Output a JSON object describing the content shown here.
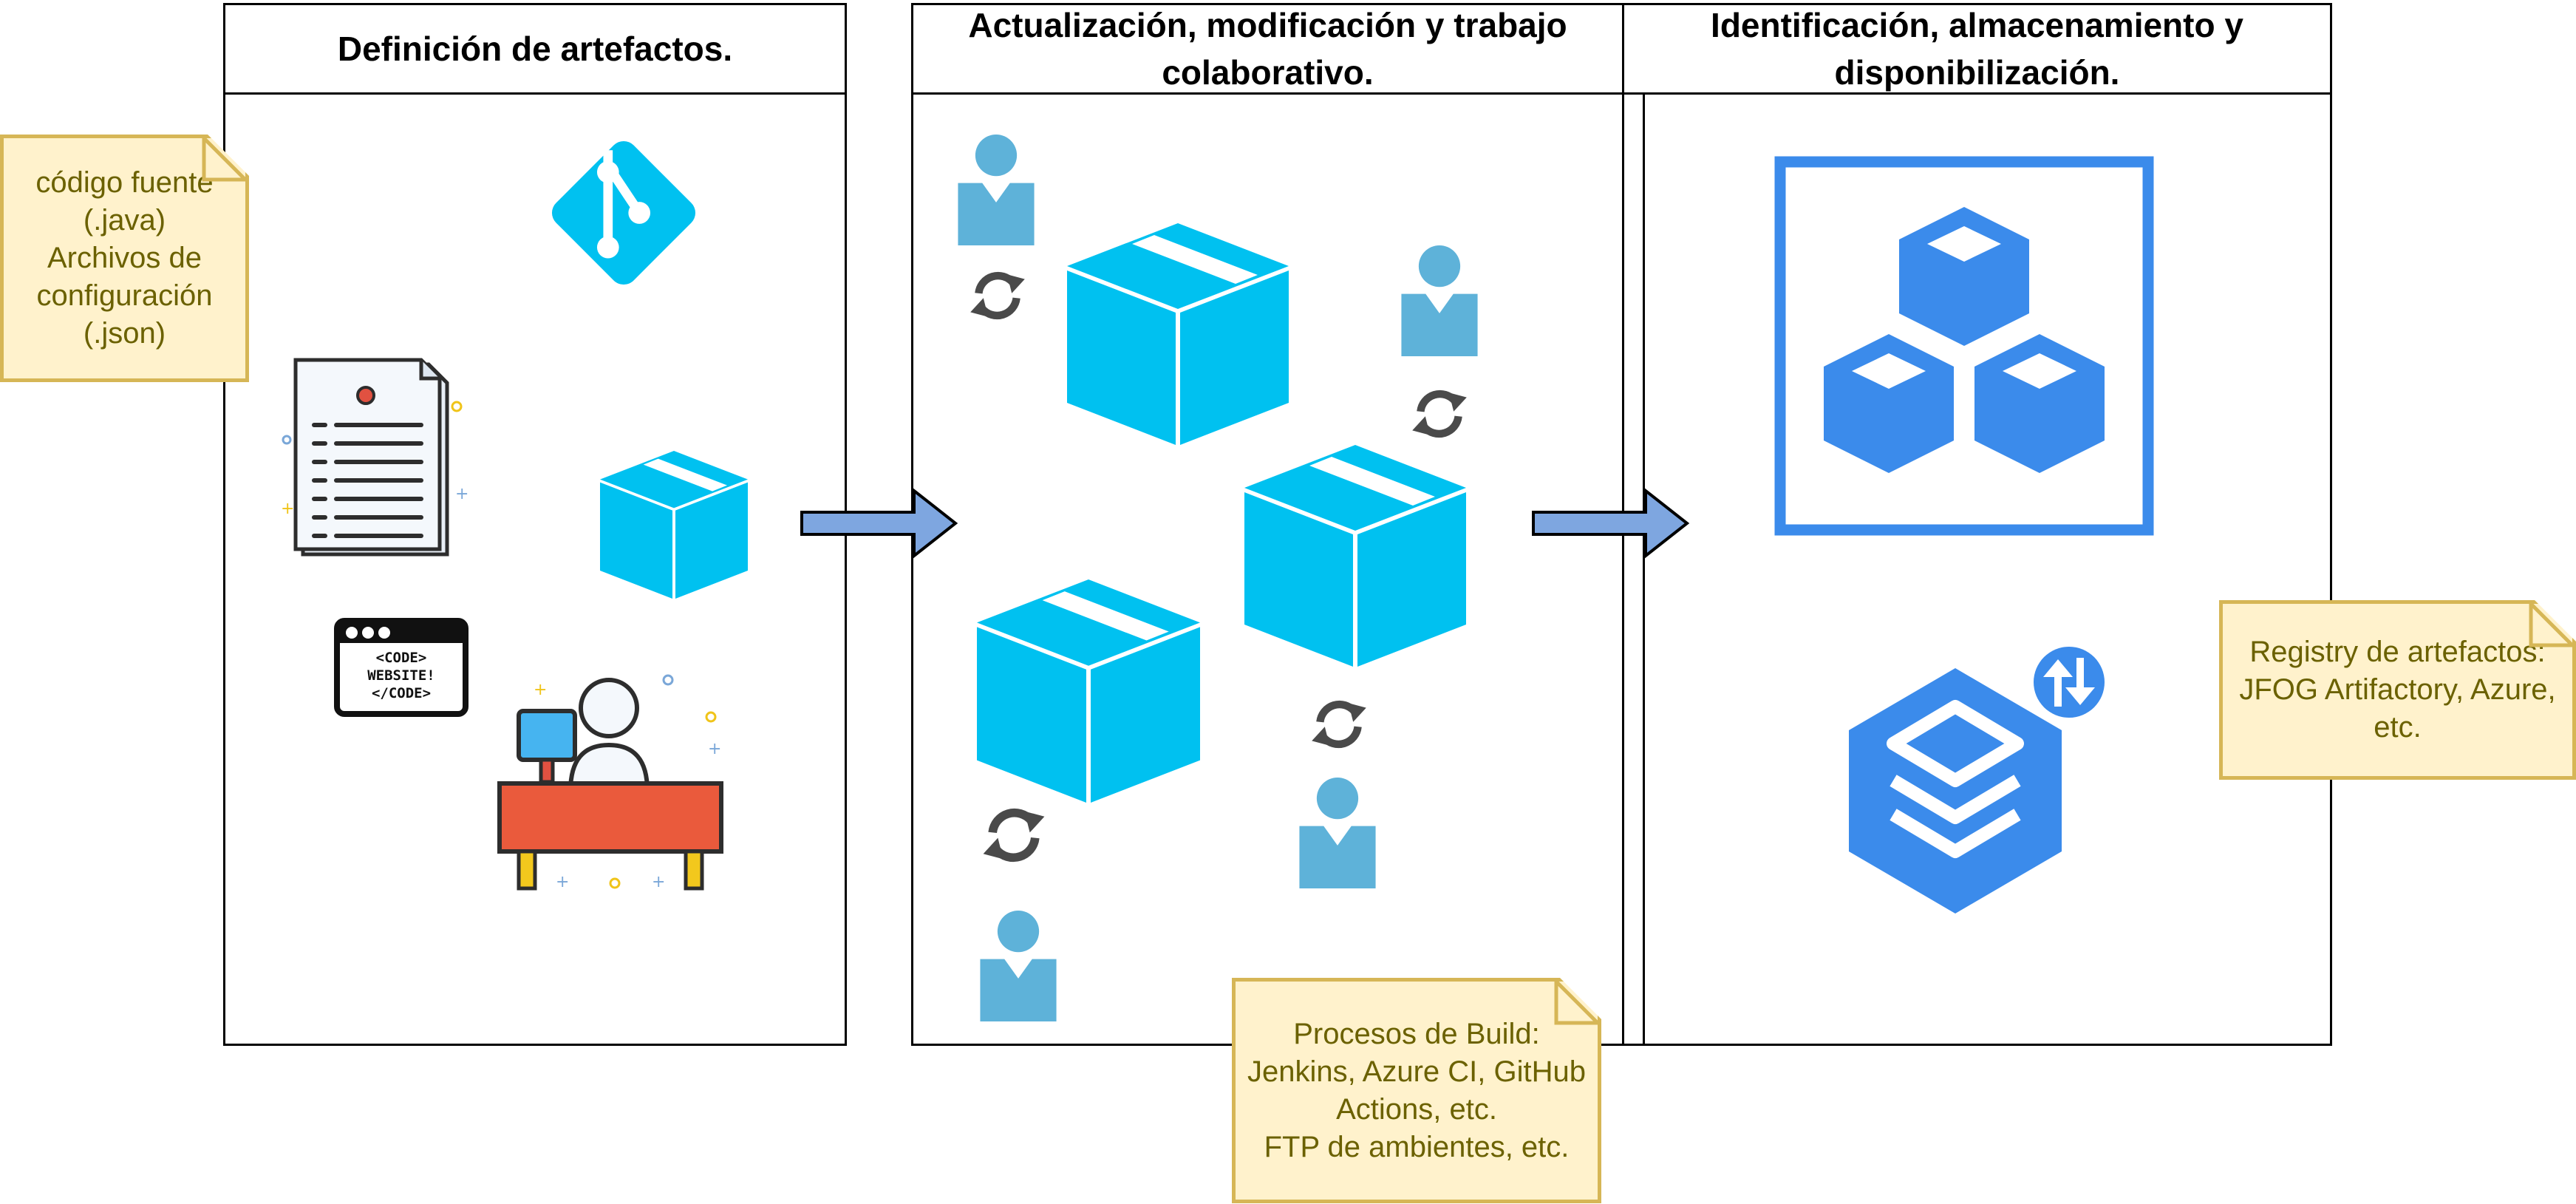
{
  "colors": {
    "box_cyan": "#00c1f0",
    "user_blue": "#5eb2d9",
    "registry_blue": "#3b8beb",
    "refresh_gray": "#4a4a4a",
    "arrow_blue": "#7ea6e0",
    "note_fill": "#fff2cc",
    "note_border": "#d6b656",
    "note_text": "#6b6100"
  },
  "panels": [
    {
      "title": "Definición de artefactos."
    },
    {
      "title": "Actualización, modificación y trabajo colaborativo."
    },
    {
      "title": "Identificación, almacenamiento y disponibilización."
    }
  ],
  "notes": {
    "source": [
      "código fuente",
      "(.java)",
      "Archivos de",
      "configuración",
      "(.json)"
    ],
    "build": [
      "Procesos de Build:",
      "Jenkins, Azure CI, GitHub",
      "Actions, etc.",
      "FTP de ambientes, etc."
    ],
    "registry": [
      "Registry de artefactos:",
      "JFOG Artifactory, Azure,",
      "etc."
    ]
  },
  "icons": {
    "git": "git-icon",
    "document": "document-icon",
    "box": "package-box-icon",
    "code_window": "code-window-icon",
    "code_window_text": [
      "<CODE>",
      "WEBSITE!",
      "</CODE>"
    ],
    "developer": "developer-desk-icon",
    "user": "user-icon",
    "refresh": "refresh-icon",
    "registry": "artifact-registry-icon",
    "layers": "layers-sync-icon"
  }
}
